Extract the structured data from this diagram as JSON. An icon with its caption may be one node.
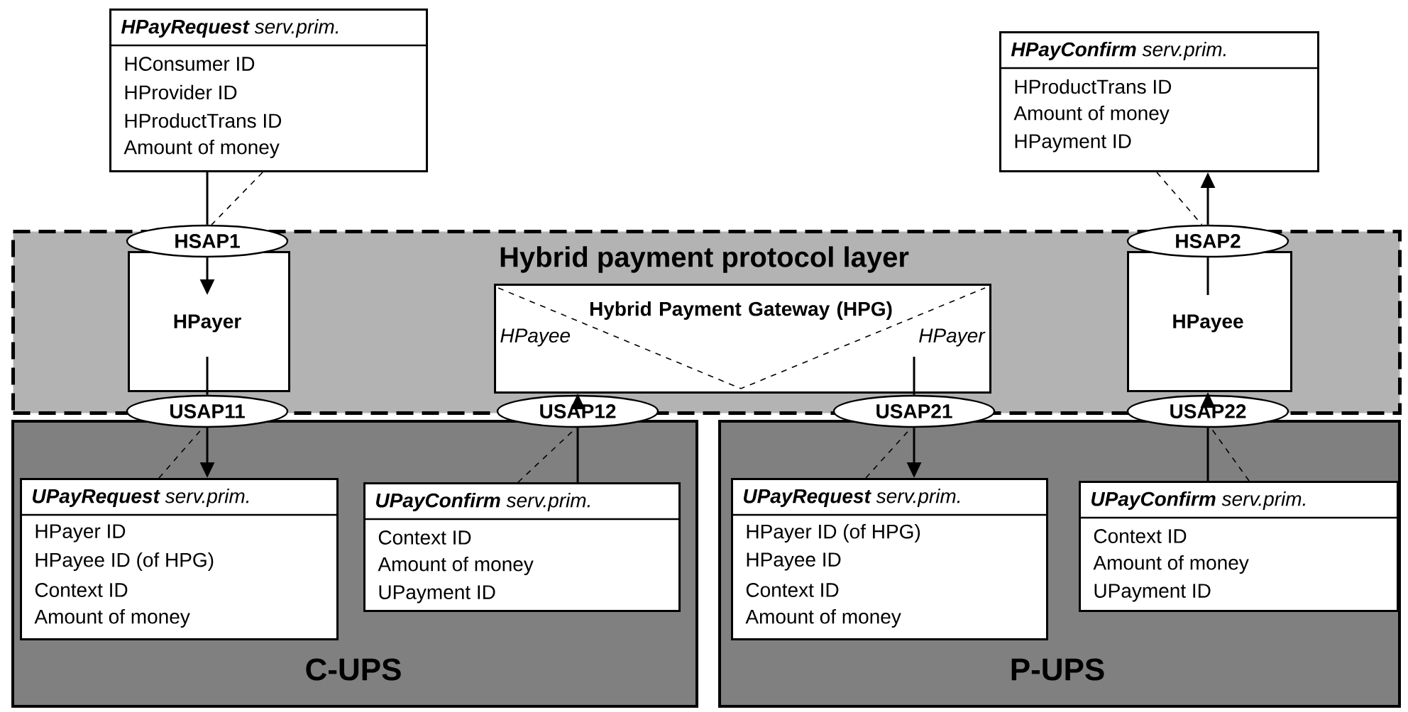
{
  "diagram": {
    "nodes": [
      {
        "text": [
          "**HPayRequest** serv.prim.",
          "HConsumer ID",
          "HProvider ID",
          "HProductTrans ID",
          "Amount of money"
        ]
      },
      {
        "text": [
          "**HPayConfirm** serv.prim.",
          "HProductTrans ID",
          "Amount of money",
          "HPayment ID"
        ]
      },
      {
        "text": [
          "Hybrid payment protocol layer"
        ]
      },
      {
        "text": [
          "HPayer"
        ],
        "in": 2
      },
      {
        "text": [
          "Hybrid Payment Gateway (HPG)",
          "HPayee",
          "HPayer"
        ],
        "in": 2
      },
      {
        "text": [
          "HPayee"
        ],
        "in": 2
      },
      {
        "text": [
          "HSAP1"
        ]
      },
      {
        "text": [
          "HSAP2"
        ]
      },
      {
        "text": [
          "USAP11"
        ]
      },
      {
        "text": [
          "USAP12"
        ]
      },
      {
        "text": [
          "USAP21"
        ]
      },
      {
        "text": [
          "USAP22"
        ]
      },
      {
        "text": [
          "C-UPS"
        ]
      },
      {
        "text": [
          "**UPayRequest** serv.prim.",
          "HPayer ID",
          "HPayee ID (of HPG)",
          "Context ID",
          "Amount of money"
        ],
        "in": 12
      },
      {
        "text": [
          "**UPayConfirm** serv.prim.",
          "Context ID",
          "Amount of money",
          "UPayment ID"
        ],
        "in": 12
      },
      {
        "text": [
          "P-UPS"
        ]
      },
      {
        "text": [
          "**UPayRequest** serv.prim.",
          "HPayer ID (of HPG)",
          "HPayee ID",
          "Context ID",
          "Amount of money"
        ],
        "in": 15
      },
      {
        "text": [
          "**UPayConfirm** serv.prim.",
          "Context ID",
          "Amount of money",
          "UPayment ID"
        ],
        "in": 15
      }
    ],
    "edges": [
      {
        "from": 0,
        "to": 6,
        "arrow": "none"
      },
      {
        "from": 6,
        "to": 3,
        "arrow": "to"
      },
      {
        "from": 5,
        "to": 7,
        "arrow": "none"
      },
      {
        "from": 7,
        "to": 1,
        "arrow": "to"
      },
      {
        "from": 3,
        "to": 8,
        "arrow": "none"
      },
      {
        "from": 8,
        "to": 13,
        "arrow": "to"
      },
      {
        "from": 14,
        "to": 9,
        "arrow": "none"
      },
      {
        "from": 9,
        "to": 4,
        "arrow": "to"
      },
      {
        "from": 4,
        "to": 10,
        "arrow": "none"
      },
      {
        "from": 10,
        "to": 16,
        "arrow": "to"
      },
      {
        "from": 17,
        "to": 11,
        "arrow": "none"
      },
      {
        "from": 11,
        "to": 5,
        "arrow": "to"
      },
      {
        "from": 0,
        "to": 6,
        "arrow": "none",
        "style": "dashed"
      },
      {
        "from": 1,
        "to": 7,
        "arrow": "none",
        "style": "dashed"
      },
      {
        "from": 13,
        "to": 8,
        "arrow": "none",
        "style": "dashed"
      },
      {
        "from": 14,
        "to": 9,
        "arrow": "none",
        "style": "dashed"
      },
      {
        "from": 16,
        "to": 10,
        "arrow": "none",
        "style": "dashed"
      },
      {
        "from": 17,
        "to": 11,
        "arrow": "none",
        "style": "dashed"
      }
    ]
  }
}
